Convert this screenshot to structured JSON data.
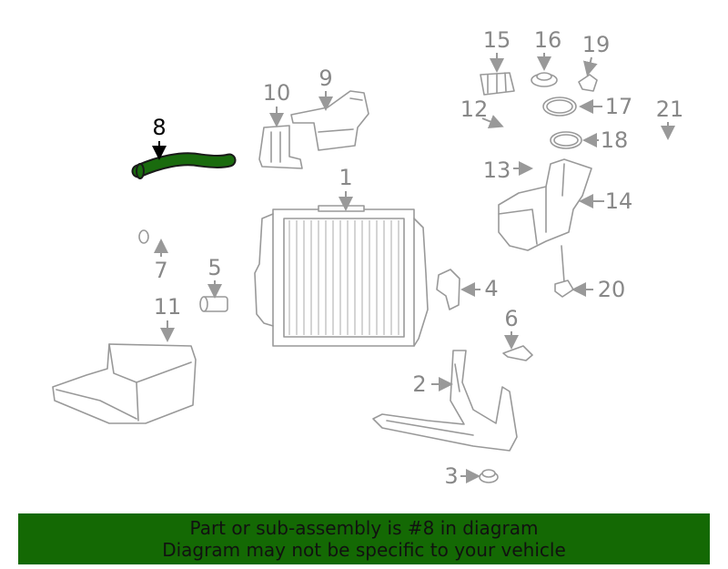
{
  "diagram": {
    "callouts": [
      "1",
      "2",
      "3",
      "4",
      "5",
      "6",
      "7",
      "8",
      "9",
      "10",
      "11",
      "12",
      "13",
      "14",
      "15",
      "16",
      "17",
      "18",
      "19",
      "20",
      "21"
    ],
    "highlighted_part": "8",
    "colors": {
      "highlight": "#1a6b0e",
      "outline": "#999999",
      "banner": "#146904"
    }
  },
  "banner": {
    "line1": "Part or sub-assembly is #8 in diagram",
    "line2": "Diagram may not be specific to your vehicle"
  }
}
